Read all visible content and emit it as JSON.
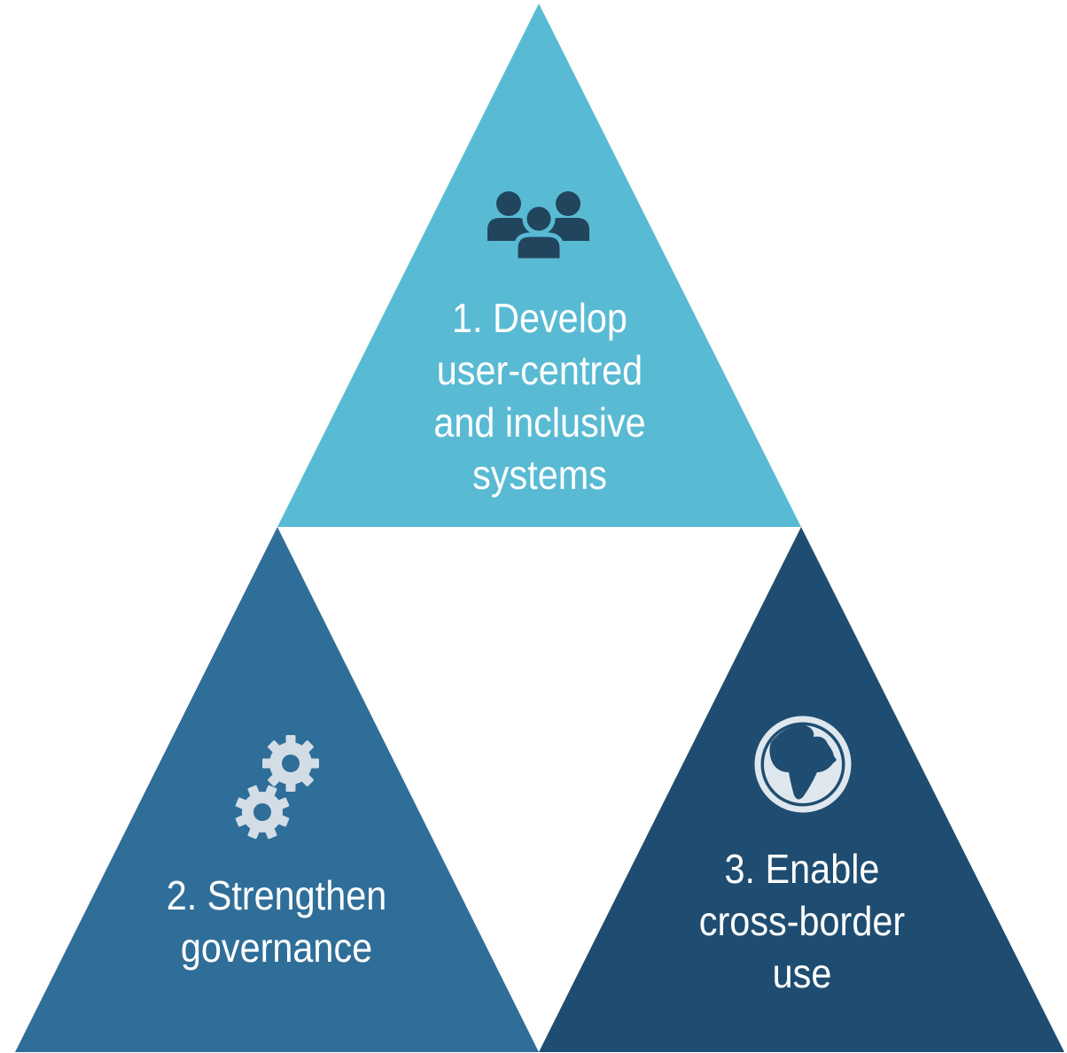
{
  "colors": {
    "top_triangle": "#59bad3",
    "left_triangle": "#2f6e99",
    "right_triangle": "#1f4d71",
    "people_icon": "#22455e",
    "gear_icon": "#d2dde6",
    "globe_icon": "#dfe7ee",
    "text": "#ffffff"
  },
  "pillars": [
    {
      "icon": "people-group-icon",
      "lines": [
        "1. Develop",
        "user-centred",
        "and inclusive",
        "systems"
      ]
    },
    {
      "icon": "gears-icon",
      "lines": [
        "2. Strengthen",
        "governance"
      ]
    },
    {
      "icon": "globe-icon",
      "lines": [
        "3. Enable",
        "cross-border",
        "use"
      ]
    }
  ]
}
